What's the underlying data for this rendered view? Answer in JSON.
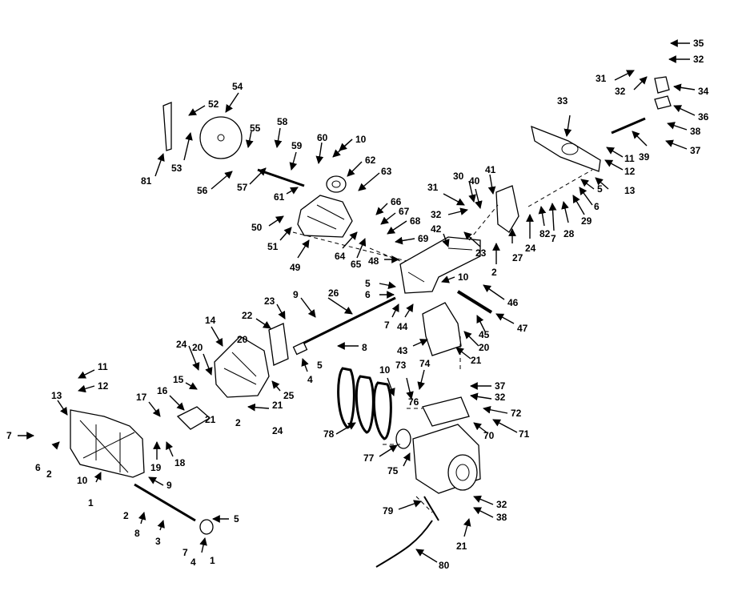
{
  "diagram": {
    "callouts": [
      "1",
      "2",
      "3",
      "4",
      "5",
      "6",
      "7",
      "8",
      "9",
      "10",
      "11",
      "12",
      "13",
      "14",
      "15",
      "16",
      "17",
      "18",
      "19",
      "20",
      "21",
      "22",
      "23",
      "24",
      "25",
      "26",
      "27",
      "28",
      "29",
      "30",
      "31",
      "32",
      "33",
      "34",
      "35",
      "36",
      "37",
      "38",
      "39",
      "40",
      "41",
      "42",
      "43",
      "44",
      "45",
      "46",
      "47",
      "48",
      "49",
      "50",
      "51",
      "52",
      "53",
      "54",
      "55",
      "56",
      "57",
      "58",
      "59",
      "60",
      "61",
      "62",
      "63",
      "64",
      "65",
      "66",
      "67",
      "68",
      "69",
      "70",
      "71",
      "72",
      "73",
      "74",
      "75",
      "76",
      "77",
      "78",
      "79",
      "80",
      "81",
      "82"
    ]
  }
}
